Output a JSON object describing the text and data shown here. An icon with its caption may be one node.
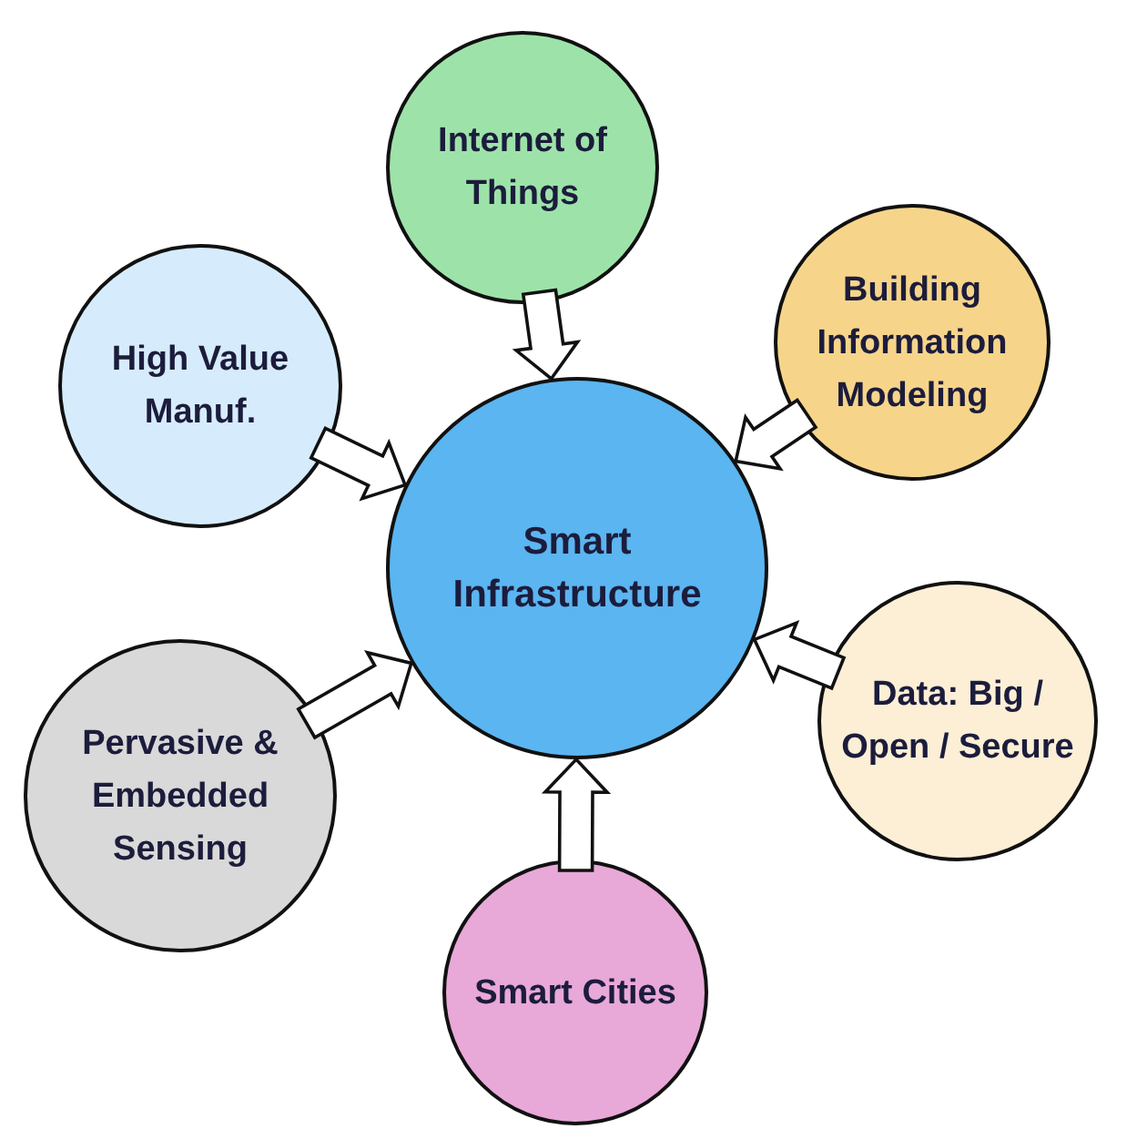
{
  "diagram": {
    "nodes": [
      {
        "text": [
          "Smart Infrastructure"
        ]
      },
      {
        "text": [
          "Internet of Things"
        ]
      },
      {
        "text": [
          "Building Information Modeling"
        ]
      },
      {
        "text": [
          "High Value Manuf."
        ]
      },
      {
        "text": [
          "Data: Big / Open / Secure"
        ]
      },
      {
        "text": [
          "Pervasive & Embedded Sensing"
        ]
      },
      {
        "text": [
          "Smart Cities"
        ]
      }
    ],
    "edges": [
      {
        "from": 1,
        "to": 0,
        "arrow": "to"
      },
      {
        "from": 2,
        "to": 0,
        "arrow": "to"
      },
      {
        "from": 3,
        "to": 0,
        "arrow": "to"
      },
      {
        "from": 4,
        "to": 0,
        "arrow": "to"
      },
      {
        "from": 5,
        "to": 0,
        "arrow": "to"
      },
      {
        "from": 6,
        "to": 0,
        "arrow": "to"
      }
    ]
  }
}
